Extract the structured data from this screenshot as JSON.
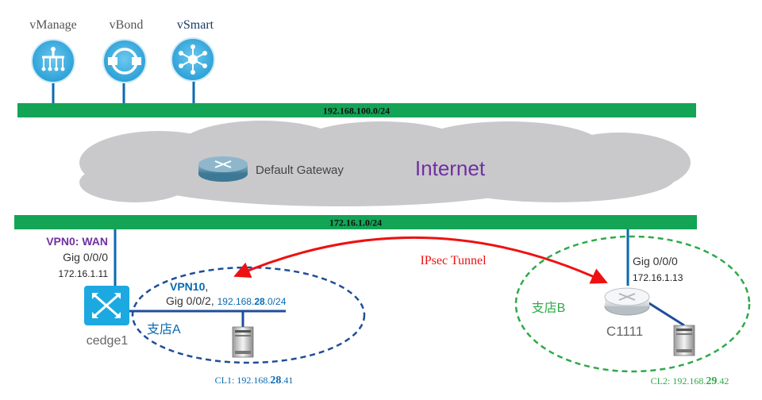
{
  "controllers": {
    "vmanage": {
      "label": "vManage",
      "icon": "vmanage-icon"
    },
    "vbond": {
      "label": "vBond",
      "icon": "vbond-icon"
    },
    "vsmart": {
      "label": "vSmart",
      "icon": "vsmart-icon"
    }
  },
  "networks": {
    "top": "192.168.100.0/24",
    "bottom": "172.16.1.0/24"
  },
  "cloud": {
    "router_label": "Default Gateway",
    "title": "Internet"
  },
  "cedge": {
    "vpn_label": "VPN0:  WAN",
    "interface": "Gig 0/0/0",
    "ip": "172.16.1.11",
    "name": "cedge1",
    "icon": "cedge-switch-icon"
  },
  "branch_a": {
    "vpn": "VPN10",
    "vpn_suffix": ",",
    "iface": "Gig 0/0/2, ",
    "subnet_pre": "192.168.",
    "subnet_bold": "28",
    "subnet_post": ".0/24",
    "label": "支店A",
    "client_pre": "CL1:  192.168.",
    "client_bold": "28",
    "client_post": ".41"
  },
  "tunnel": {
    "label": "IPsec  Tunnel",
    "color": "#ee1111"
  },
  "branch_b": {
    "interface": "Gig 0/0/0",
    "ip": "172.16.1.13",
    "label": "支店B",
    "router_name": "C1111",
    "client_pre": "CL2:  192.168.",
    "client_bold": "29",
    "client_post": ".42"
  },
  "colors": {
    "bar": "#13a456",
    "accent_blue": "#0a6ab0",
    "dark_blue": "#1f4e9a",
    "purple": "#7030a0",
    "green_dash": "#2eaa4a",
    "icon_blue": "#35a8de"
  }
}
